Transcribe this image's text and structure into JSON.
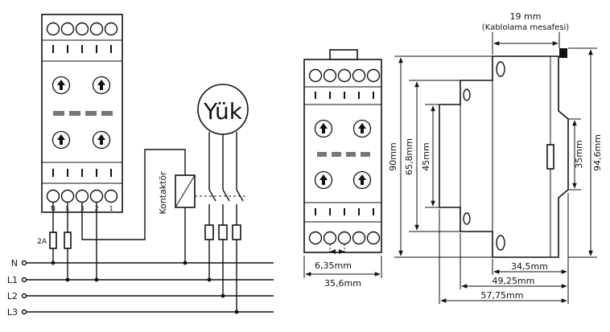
{
  "wiring": {
    "load_label": "Yük",
    "contactor_label": "Kontaktör",
    "fuse_label": "2A",
    "terminal_labels": [
      "N",
      "L",
      "3",
      "2",
      "1"
    ],
    "lines": [
      "N",
      "L1",
      "L2",
      "L3"
    ]
  },
  "front_view": {
    "dimensions": {
      "terminal_pitch": "6,35mm",
      "width": "35,6mm"
    }
  },
  "side_view": {
    "dimensions": {
      "cable_spacing_value": "19 mm",
      "cable_spacing_note": "(Kablolama mesafesi)",
      "height_total": "90mm",
      "height_shoulder": "65,8mm",
      "height_front": "45mm",
      "rail_height": "35mm",
      "height_overall": "94,6mm",
      "depth_1": "34,5mm",
      "depth_2": "49,25mm",
      "depth_3": "57,75mm"
    }
  }
}
